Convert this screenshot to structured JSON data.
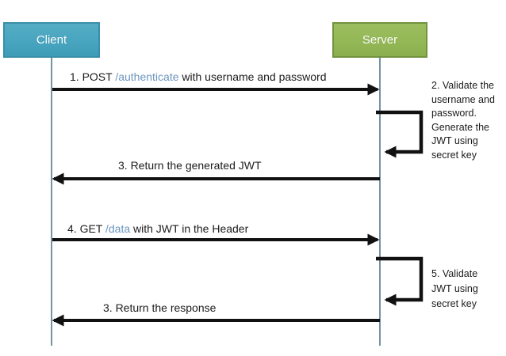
{
  "diagram": {
    "type": "sequence",
    "actors": [
      {
        "label": "Client",
        "fill": "#47a4bf",
        "border": "#3a8ea8"
      },
      {
        "label": "Server",
        "fill": "#93b755",
        "border": "#72933f"
      }
    ],
    "colors": {
      "arrow": "#111111",
      "endpoint_text": "#6d96c0",
      "message_text": "#1c1c1c",
      "lifeline": "#7493a3",
      "background": "#ffffff"
    },
    "messages": [
      {
        "prefix": "1. POST ",
        "endpoint": "/authenticate",
        "suffix": " with username and password",
        "from": "Client",
        "to": "Server"
      },
      {
        "label": "3. Return the generated JWT",
        "from": "Server",
        "to": "Client"
      },
      {
        "prefix": "4. GET ",
        "endpoint": "/data",
        "suffix": " with JWT in the Header",
        "from": "Client",
        "to": "Server"
      },
      {
        "label": "3. Return the response",
        "from": "Server",
        "to": "Client"
      }
    ],
    "self_notes": [
      {
        "actor": "Server",
        "text": "2. Validate the\nusername and\npassword.\nGenerate the\nJWT using\nsecret key"
      },
      {
        "actor": "Server",
        "text": "5. Validate\nJWT using\nsecret key"
      }
    ]
  }
}
